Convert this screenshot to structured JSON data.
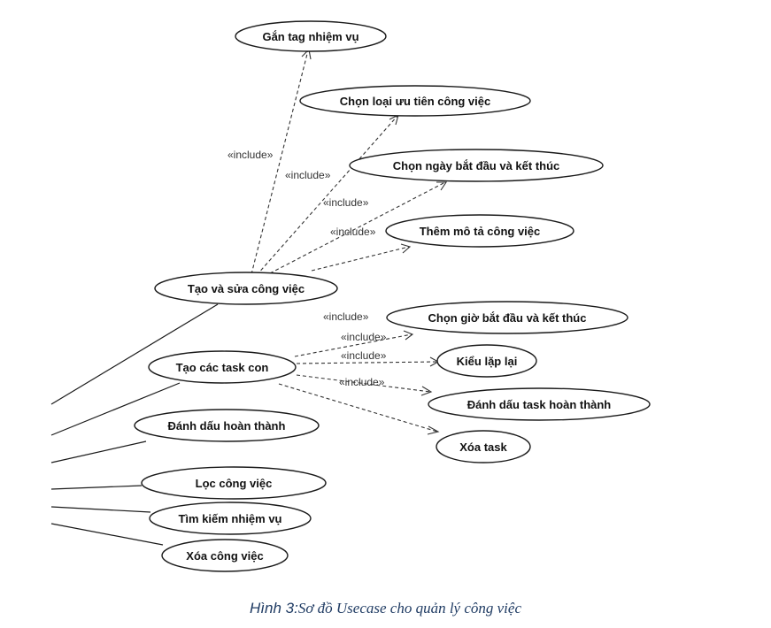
{
  "diagram": {
    "use_cases": {
      "gan_tag": "Gắn tag nhiệm vụ",
      "uu_tien": "Chọn loại ưu tiên công việc",
      "ngay": "Chọn ngày bắt đầu và kết thúc",
      "mo_ta": "Thêm mô tả công việc",
      "tao_sua": "Tạo và sửa công việc",
      "gio": "Chọn giờ bắt đầu và kết thúc",
      "task_con": "Tạo các task con",
      "kieu_lap": "Kiểu lặp lại",
      "danh_dau_task": "Đánh dấu task hoàn thành",
      "danh_dau_ht": "Đánh dấu hoàn thành",
      "xoa_task": "Xóa task",
      "loc": "Lọc công việc",
      "tim_kiem": "Tìm kiếm nhiệm vụ",
      "xoa_cv": "Xóa công việc"
    },
    "include_label": "«include»"
  },
  "caption": {
    "lead": "Hình 3:",
    "text": "Sơ đồ Usecase cho quản lý công việc"
  },
  "colors": {
    "caption": "#1f3b63",
    "stroke": "#1a1a1a"
  }
}
